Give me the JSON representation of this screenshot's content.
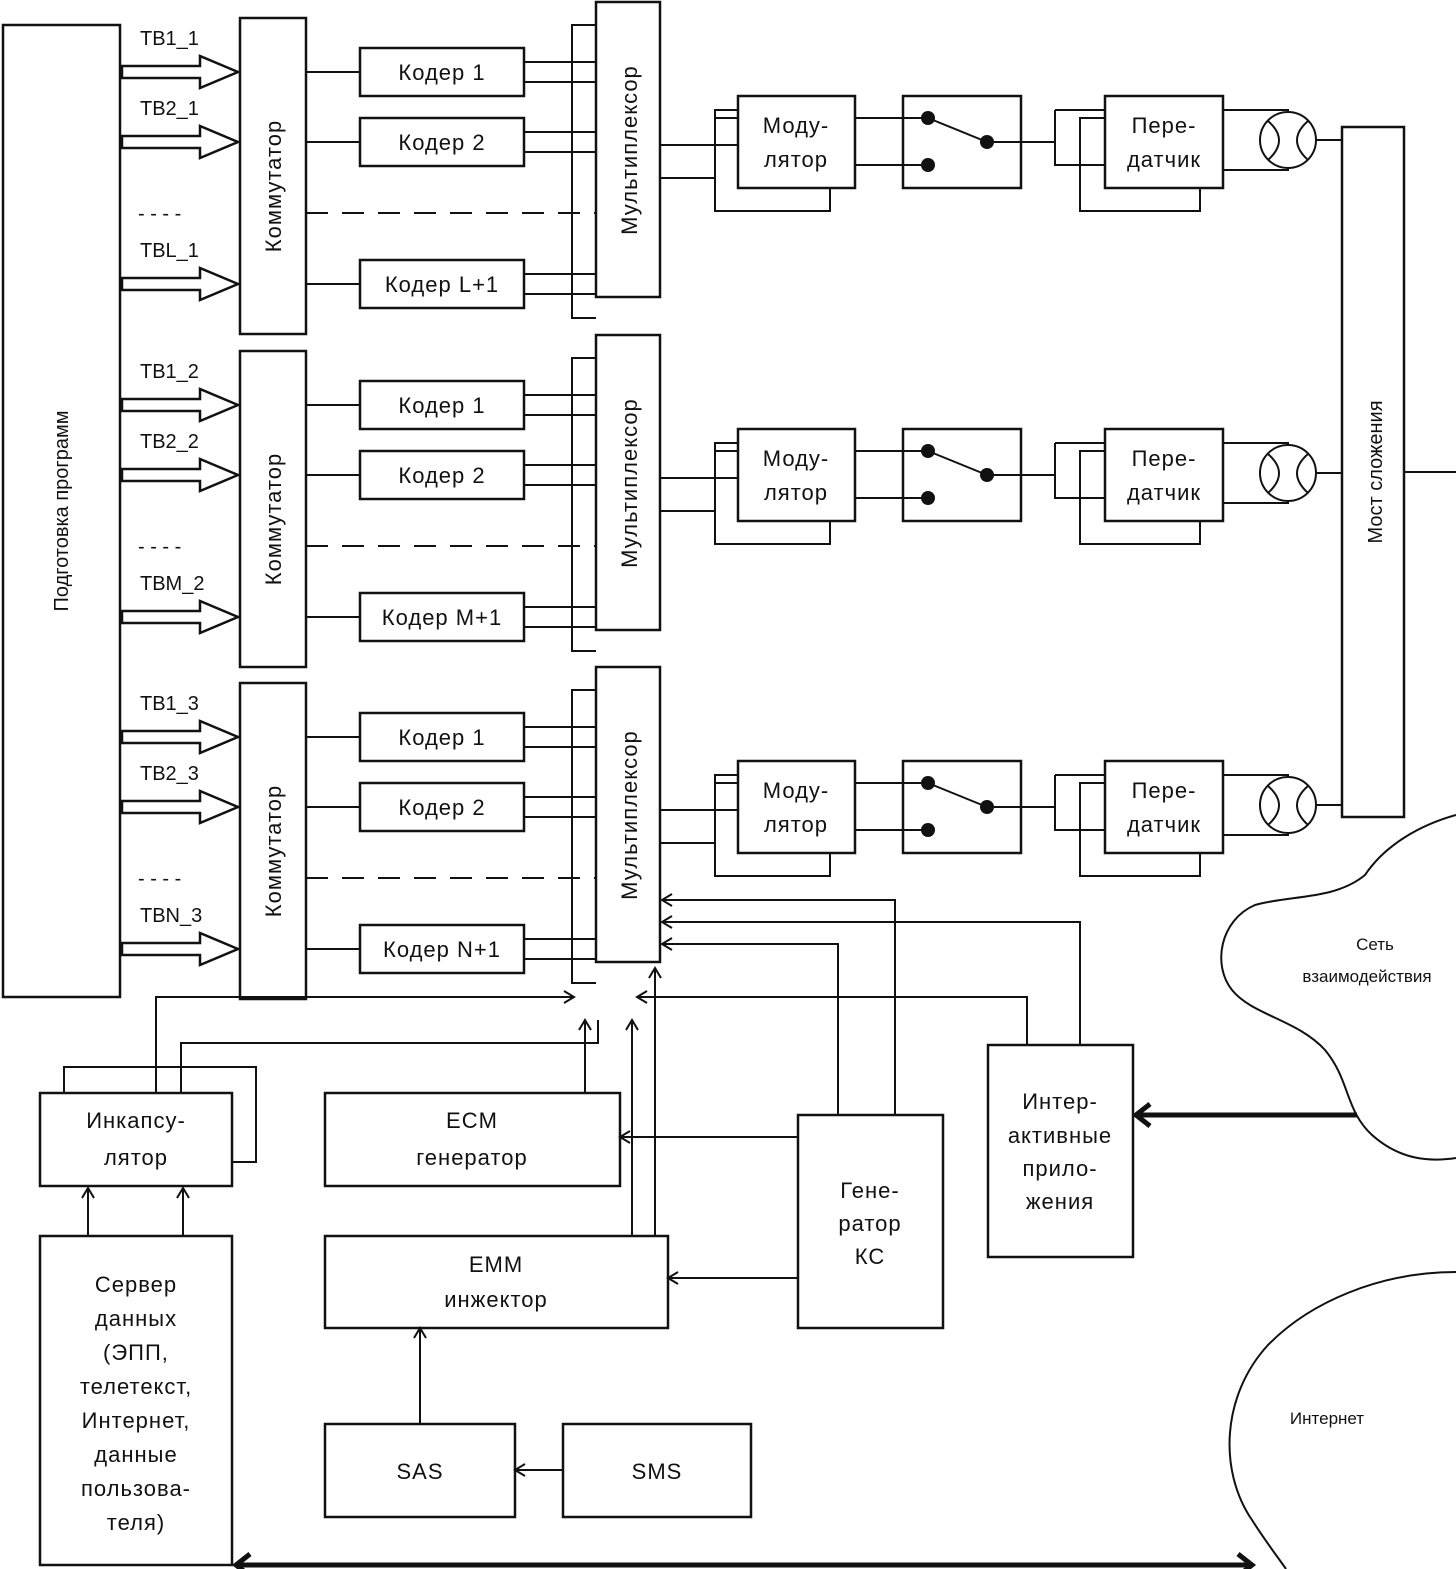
{
  "program_prep": "Подготовка программ",
  "mixing_bridge": "Мост сложения",
  "dots": "- - - -",
  "groups": [
    {
      "inputs": [
        "ТВ1_1",
        "ТВ2_1",
        "ТВL_1"
      ],
      "switch": "Коммутатор",
      "coders": [
        "Кодер 1",
        "Кодер 2",
        "Кодер L+1"
      ],
      "mux": "Мультиплексор",
      "modulator": [
        "Моду-",
        "лятор"
      ],
      "transmitter": [
        "Пере-",
        "датчик"
      ]
    },
    {
      "inputs": [
        "ТВ1_2",
        "ТВ2_2",
        "ТВМ_2"
      ],
      "switch": "Коммутатор",
      "coders": [
        "Кодер 1",
        "Кодер 2",
        "Кодер М+1"
      ],
      "mux": "Мультиплексор",
      "modulator": [
        "Моду-",
        "лятор"
      ],
      "transmitter": [
        "Пере-",
        "датчик"
      ]
    },
    {
      "inputs": [
        "ТВ1_3",
        "ТВ2_3",
        "ТВN_3"
      ],
      "switch": "Коммутатор",
      "coders": [
        "Кодер 1",
        "Кодер 2",
        "Кодер N+1"
      ],
      "mux": "Мультиплексор",
      "modulator": [
        "Моду-",
        "лятор"
      ],
      "transmitter": [
        "Пере-",
        "датчик"
      ]
    }
  ],
  "encapsulator": [
    "Инкапсу-",
    "лятор"
  ],
  "ecm": [
    "ECM",
    "генератор"
  ],
  "emm": [
    "EMM",
    "инжектор"
  ],
  "ks_generator": [
    "Гене-",
    "ратор",
    "КС"
  ],
  "interactive": [
    "Интер-",
    "активные",
    "прило-",
    "жения"
  ],
  "data_server": [
    "Сервер",
    "данных",
    "(ЭПП,",
    "телетекст,",
    "Интернет,",
    "данные",
    "пользова-",
    "теля)"
  ],
  "sas": "SAS",
  "sms": "SMS",
  "network": [
    "Сеть",
    "взаимодействия"
  ],
  "internet": "Интернет"
}
